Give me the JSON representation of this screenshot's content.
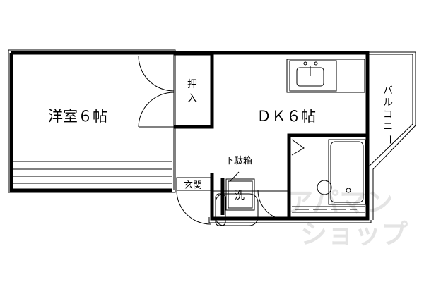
{
  "rooms": {
    "western_room": "洋室６帖",
    "dining_kitchen": "ＤＫ６帖",
    "closet_top": "押",
    "closet_bottom": "入",
    "entrance": "玄関",
    "shoe_box": "下駄箱",
    "washer": "洗",
    "balcony": [
      "バ",
      "ル",
      "コ",
      "ニ",
      "ー"
    ]
  },
  "watermark": {
    "line1": "アパマン",
    "line2": "ショップ"
  }
}
